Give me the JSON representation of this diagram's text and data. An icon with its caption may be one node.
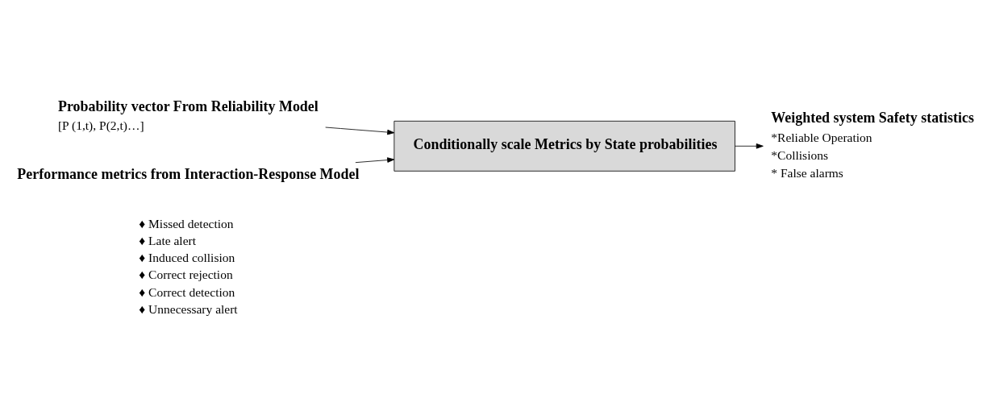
{
  "diagram": {
    "nodes": [
      {
        "text": [
          "Probability vector From Reliability Model",
          "[P (1,t), P(2,t)…]"
        ]
      },
      {
        "text": [
          "Performance metrics from Interaction-Response Model"
        ]
      },
      {
        "text": [
          "Conditionally scale Metrics by State probabilities"
        ]
      },
      {
        "text": [
          "Weighted system Safety statistics",
          "*Reliable Operation",
          "*Collisions",
          "* False alarms"
        ]
      }
    ],
    "edges": [
      {
        "from": 0,
        "to": 2,
        "arrow": "to"
      },
      {
        "from": 1,
        "to": 2,
        "arrow": "to"
      },
      {
        "from": 2,
        "to": 3,
        "arrow": "to"
      }
    ],
    "labels": [
      "♦ Missed detection",
      "♦ Late alert",
      "♦ Induced collision",
      "♦ Correct rejection",
      "♦ Correct detection",
      "♦ Unnecessary alert"
    ]
  }
}
